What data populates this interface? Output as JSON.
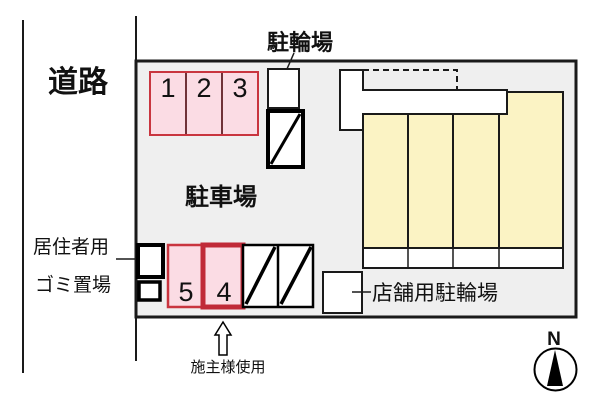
{
  "colors": {
    "site_fill": "#EFEFEF",
    "building_fill": "#FBF3C4",
    "space_fill": "#FBDCE4",
    "space_border": "#C9353F",
    "space4_border": "#C02A38",
    "space_divider": "#703238",
    "outline": "#1A1A1A"
  },
  "site": {
    "road_label": "道路",
    "parking_label": "駐車場",
    "bicycle_label": "駐輪場",
    "resident_label_line1": "居住者用",
    "resident_label_line2": "ゴミ置場",
    "store_bicycle_label": "店舗用駐輪場",
    "owner_note": "施主様使用",
    "north_label": "N",
    "spaces_top": [
      "1",
      "2",
      "3"
    ],
    "spaces_bottom": [
      "5",
      "4"
    ]
  }
}
